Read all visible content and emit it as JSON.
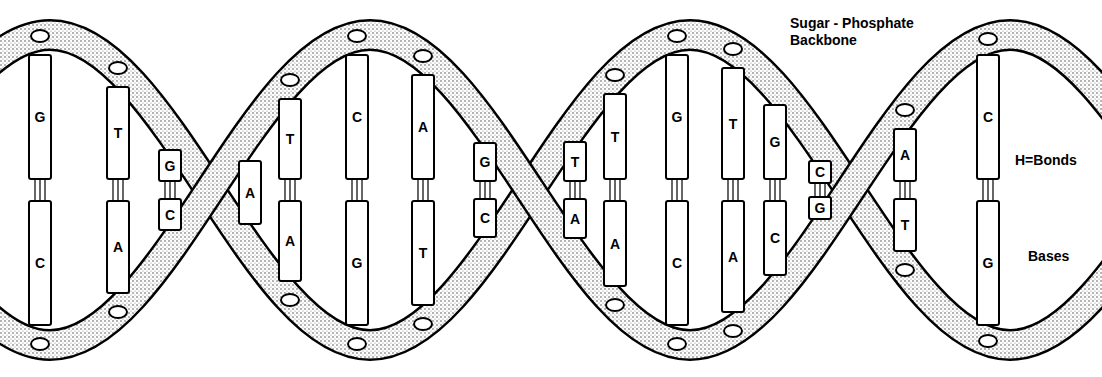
{
  "diagram": {
    "nodes": [
      {
        "text": [
          "G"
        ]
      },
      {
        "text": [
          "C"
        ]
      },
      {
        "text": [
          "T"
        ]
      },
      {
        "text": [
          "A"
        ]
      },
      {
        "text": [
          "G"
        ]
      },
      {
        "text": [
          "C"
        ]
      },
      {
        "text": [
          "A"
        ]
      },
      {
        "text": [
          "T"
        ]
      },
      {
        "text": [
          "A"
        ]
      },
      {
        "text": [
          "C"
        ]
      },
      {
        "text": [
          "G"
        ]
      },
      {
        "text": [
          "A"
        ]
      },
      {
        "text": [
          "T"
        ]
      },
      {
        "text": [
          "G"
        ]
      },
      {
        "text": [
          "C"
        ]
      },
      {
        "text": [
          "T"
        ]
      },
      {
        "text": [
          "A"
        ]
      },
      {
        "text": [
          "T"
        ]
      },
      {
        "text": [
          "A"
        ]
      },
      {
        "text": [
          "G"
        ]
      },
      {
        "text": [
          "C"
        ]
      },
      {
        "text": [
          "T"
        ]
      },
      {
        "text": [
          "A"
        ]
      },
      {
        "text": [
          "G"
        ]
      },
      {
        "text": [
          "C"
        ]
      },
      {
        "text": [
          "C"
        ]
      },
      {
        "text": [
          "G"
        ]
      },
      {
        "text": [
          "A"
        ]
      },
      {
        "text": [
          "T"
        ]
      },
      {
        "text": [
          "C"
        ]
      },
      {
        "text": [
          "G"
        ]
      }
    ],
    "edges": [
      {
        "from": 0,
        "to": 1,
        "arrow": "none"
      },
      {
        "from": 2,
        "to": 3,
        "arrow": "none"
      },
      {
        "from": 4,
        "to": 5,
        "arrow": "none"
      },
      {
        "from": 7,
        "to": 8,
        "arrow": "none"
      },
      {
        "from": 9,
        "to": 10,
        "arrow": "none"
      },
      {
        "from": 11,
        "to": 12,
        "arrow": "none"
      },
      {
        "from": 13,
        "to": 14,
        "arrow": "none"
      },
      {
        "from": 15,
        "to": 16,
        "arrow": "none"
      },
      {
        "from": 17,
        "to": 18,
        "arrow": "none"
      },
      {
        "from": 19,
        "to": 20,
        "arrow": "none"
      },
      {
        "from": 21,
        "to": 22,
        "arrow": "none"
      },
      {
        "from": 23,
        "to": 24,
        "arrow": "none"
      },
      {
        "from": 25,
        "to": 26,
        "arrow": "none"
      },
      {
        "from": 27,
        "to": 28,
        "arrow": "none"
      },
      {
        "from": 29,
        "to": 30,
        "arrow": "none"
      }
    ],
    "labels": [
      "Sugar - Phosphate Backbone",
      "H=Bonds",
      "Bases"
    ]
  }
}
